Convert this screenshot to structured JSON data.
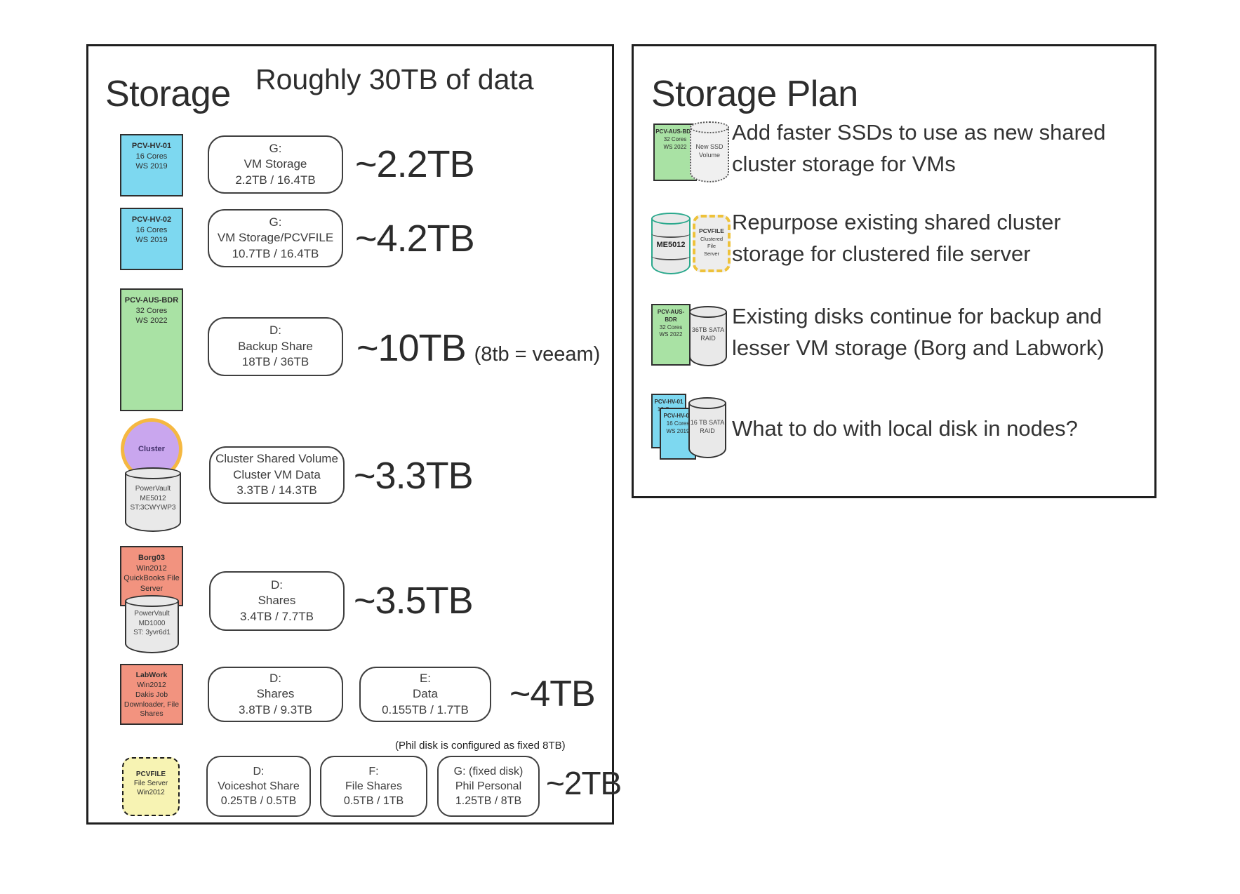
{
  "colors": {
    "node_blue": "#7dd8f0",
    "node_green": "#a9e2a4",
    "node_salmon": "#f2937f",
    "node_yellow": "#f7f3b3",
    "cluster_purple": "#c9a6ee",
    "cluster_ring": "#f5b841",
    "teal_outline": "#2aa88c",
    "gold_dash": "#eec23a",
    "cylinder_gray": "#e9e9e9"
  },
  "storage": {
    "title": "Storage",
    "subtitle": "Roughly 30TB of data",
    "rows": [
      {
        "server": [
          "PCV-HV-01",
          "16 Cores",
          "WS 2019"
        ],
        "volume": [
          "G:",
          "VM Storage",
          "2.2TB / 16.4TB"
        ],
        "value": "~2.2TB"
      },
      {
        "server": [
          "PCV-HV-02",
          "16 Cores",
          "WS 2019"
        ],
        "volume": [
          "G:",
          "VM Storage/PCVFILE",
          "10.7TB / 16.4TB"
        ],
        "value": "~4.2TB"
      },
      {
        "server": [
          "PCV-AUS-BDR",
          "32 Cores",
          "WS 2022"
        ],
        "volume": [
          "D:",
          "Backup Share",
          "18TB / 36TB"
        ],
        "value": "~10TB",
        "value_note": "(8tb = veeam)"
      },
      {
        "cluster_label": "Cluster",
        "san": [
          "PowerVault",
          "ME5012",
          "ST:3CWYWP3"
        ],
        "volume": [
          "Cluster Shared Volume",
          "Cluster VM Data",
          "3.3TB / 14.3TB"
        ],
        "value": "~3.3TB"
      },
      {
        "server": [
          "Borg03",
          "Win2012",
          "QuickBooks File",
          "Server"
        ],
        "san": [
          "PowerVault",
          "MD1000",
          "ST: 3yvr6d1"
        ],
        "volume": [
          "D:",
          "Shares",
          "3.4TB / 7.7TB"
        ],
        "value": "~3.5TB"
      },
      {
        "server": [
          "LabWork",
          "Win2012",
          "Dakis Job",
          "Downloader, File",
          "Shares"
        ],
        "volume": [
          "D:",
          "Shares",
          "3.8TB / 9.3TB"
        ],
        "volume2": [
          "E:",
          "Data",
          "0.155TB / 1.7TB"
        ],
        "value": "~4TB"
      },
      {
        "server": [
          "PCVFILE",
          "File Server",
          "Win2012"
        ],
        "note": "(Phil disk is configured as fixed 8TB)",
        "volume": [
          "D:",
          "Voiceshot Share",
          "0.25TB / 0.5TB"
        ],
        "volume2": [
          "F:",
          "File Shares",
          "0.5TB / 1TB"
        ],
        "volume3": [
          "G: (fixed disk)",
          "Phil Personal",
          "1.25TB / 8TB"
        ],
        "value": "~2TB"
      }
    ]
  },
  "plan": {
    "title": "Storage Plan",
    "items": [
      {
        "server": [
          "PCV-AUS-BDR",
          "32 Cores",
          "WS 2022"
        ],
        "disk": [
          "New SSD",
          "Volume"
        ],
        "text": [
          "Add faster SSDs to use as new shared",
          "cluster storage for VMs"
        ]
      },
      {
        "san_label": "ME5012",
        "file_server": [
          "PCVFILE",
          "Clustered File",
          "Server"
        ],
        "text": [
          "Repurpose existing shared cluster",
          "storage for clustered file server"
        ]
      },
      {
        "server": [
          "PCV-AUS-BDR",
          "32 Cores",
          "WS 2022"
        ],
        "disk": [
          "36TB SATA",
          "RAID"
        ],
        "text": [
          "Existing disks continue for backup and",
          "lesser VM storage (Borg and Labwork)"
        ]
      },
      {
        "server": [
          "PCV-HV-01",
          "16 Cores"
        ],
        "server2": [
          "PCV-HV-02",
          "16 Cores",
          "WS 2019"
        ],
        "disk": [
          "16 TB SATA",
          "RAID"
        ],
        "text": [
          "What to do with local disk in nodes?"
        ]
      }
    ]
  }
}
